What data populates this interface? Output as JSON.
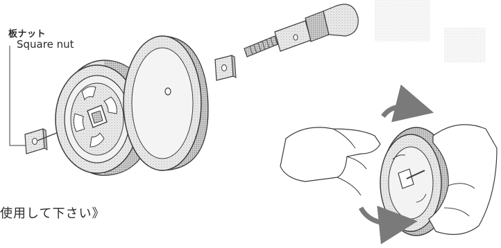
{
  "labels": {
    "part_name_ja": "板ナット",
    "part_name_en": "Square nut",
    "instruction_fragment": "使用して下さい》"
  },
  "colors": {
    "line": "#3a3a3a",
    "shade": "#c9c9c9",
    "light": "#e9e9e9",
    "paper": "#ffffff"
  }
}
